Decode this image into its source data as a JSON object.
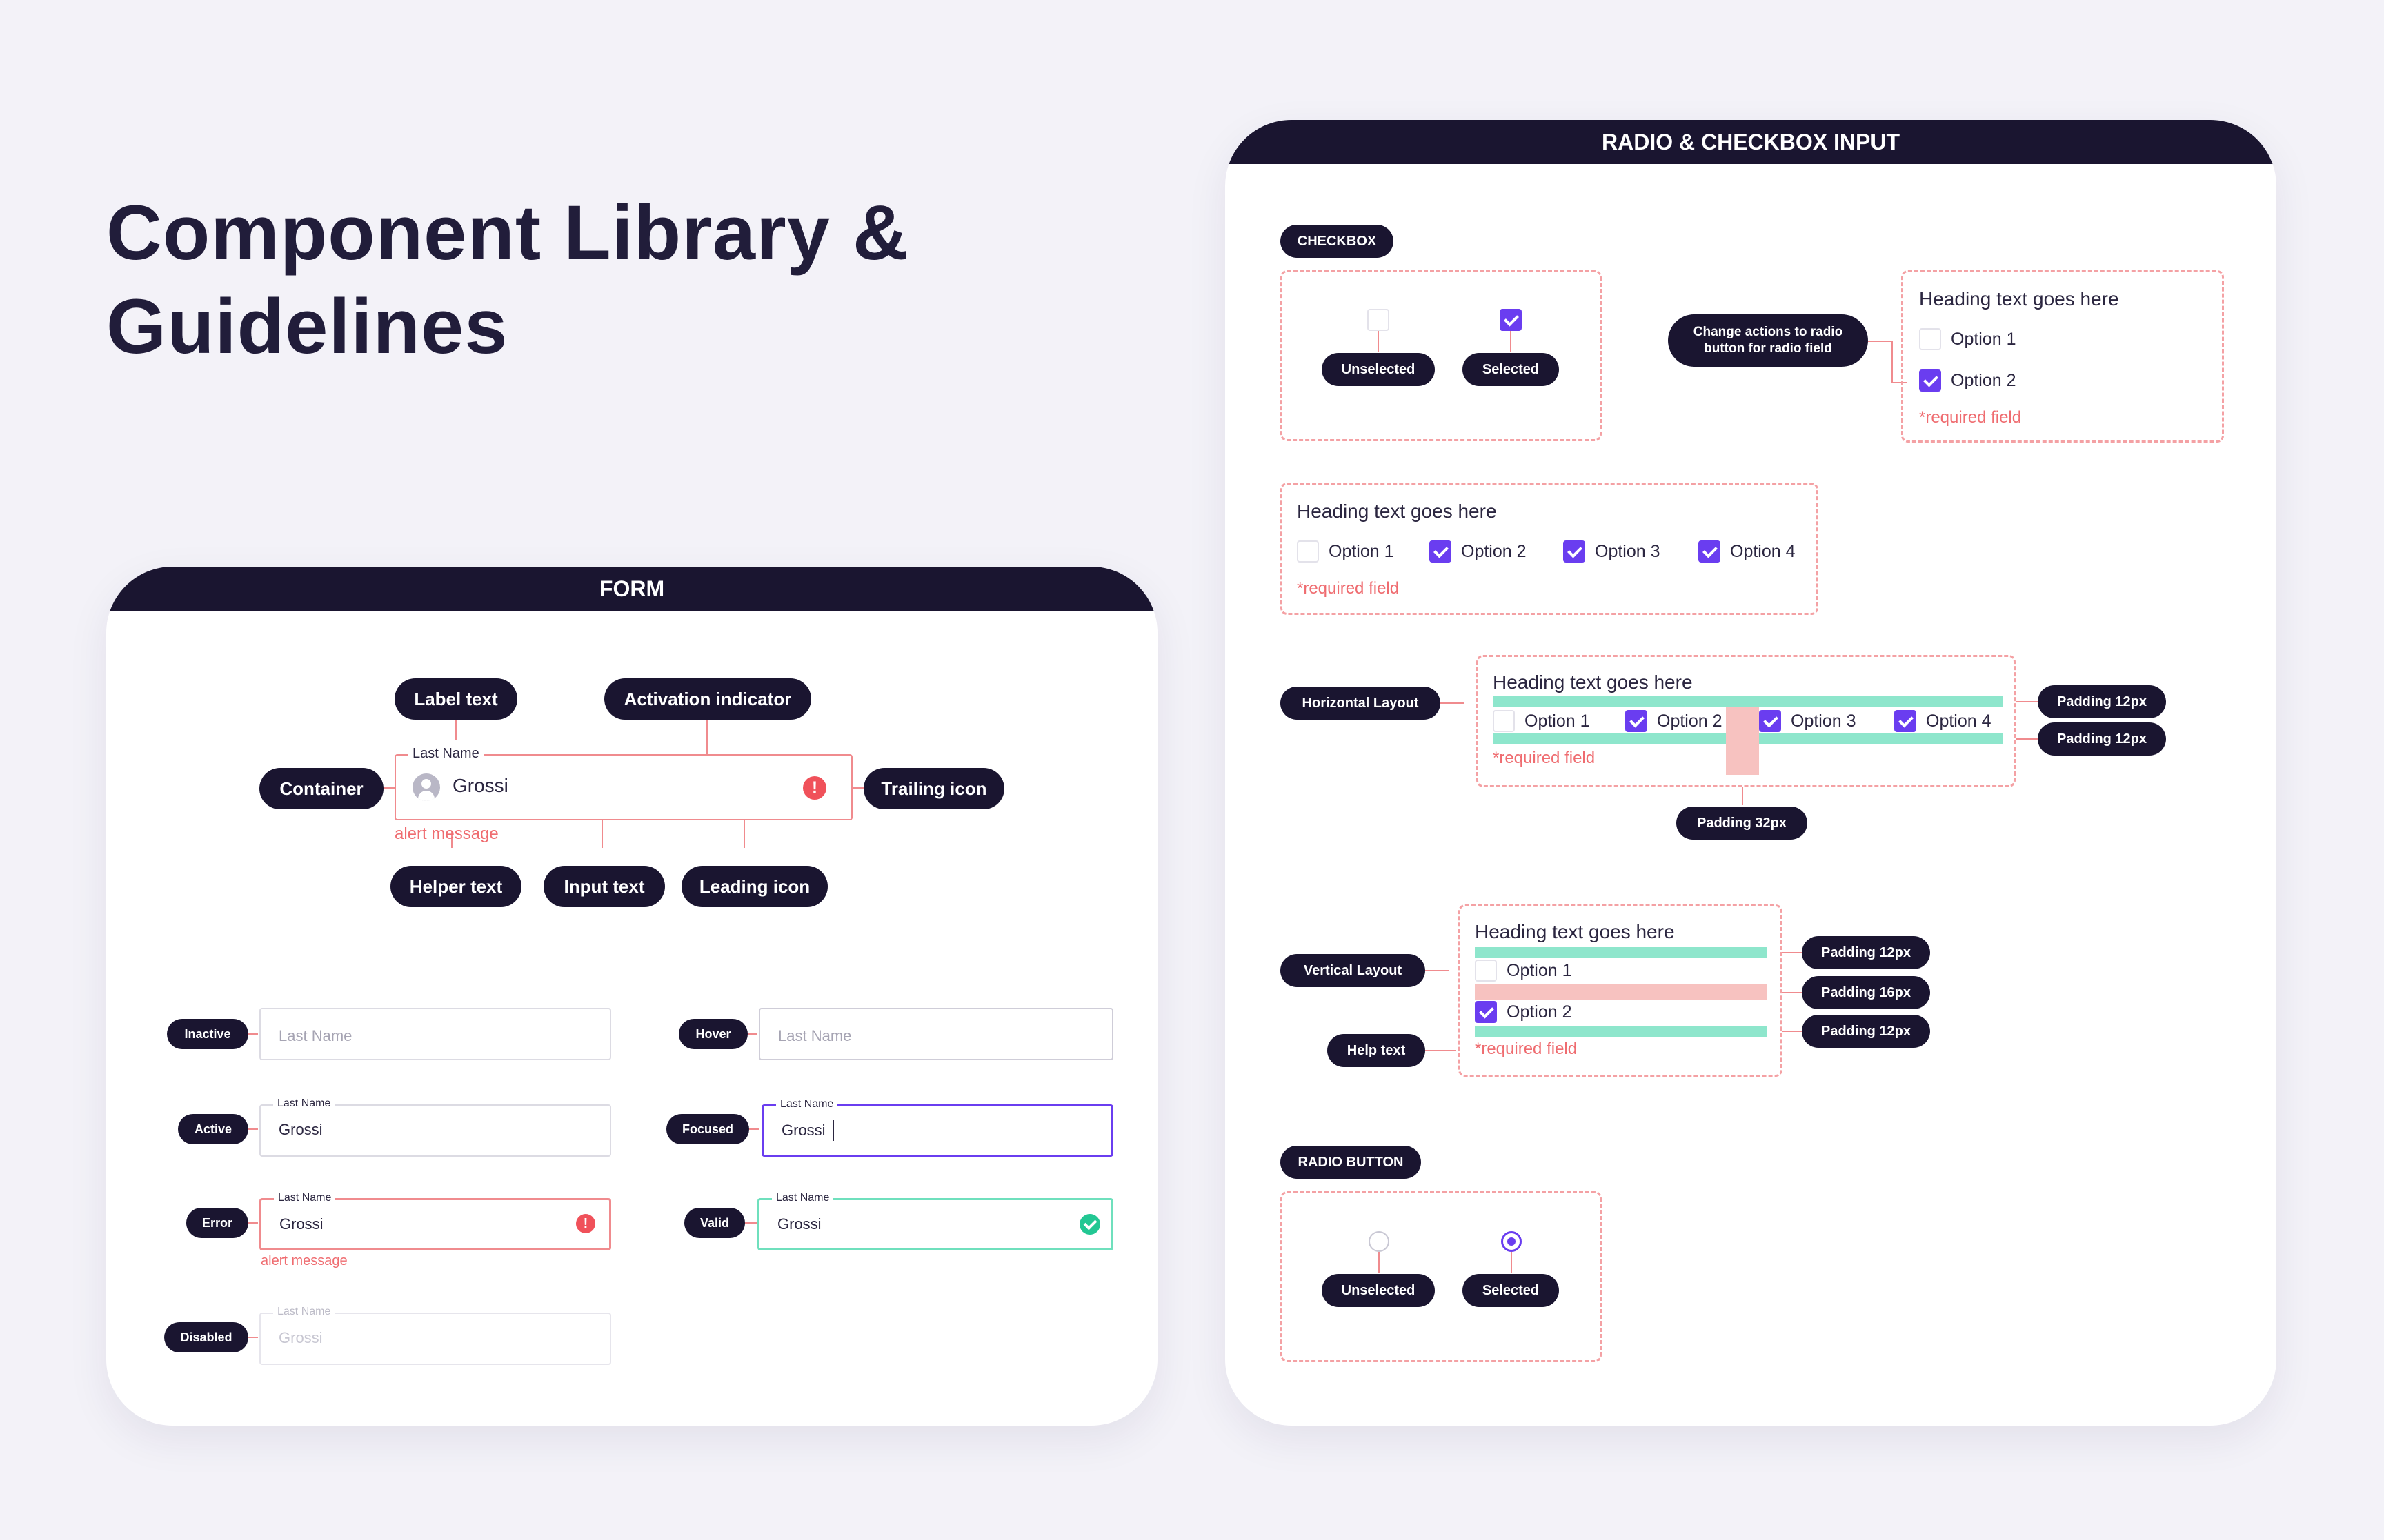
{
  "title_line1": "Component Library &",
  "title_line2": "Guidelines",
  "form": {
    "header": "FORM",
    "anatomy": {
      "label_text": "Label text",
      "activation_indicator": "Activation indicator",
      "container": "Container",
      "trailing_icon": "Trailing icon",
      "helper_text": "Helper text",
      "input_text": "Input text",
      "leading_icon": "Leading icon",
      "field_label": "Last Name",
      "field_value": "Grossi",
      "alert": "alert message"
    },
    "states": {
      "inactive": {
        "tag": "Inactive",
        "placeholder": "Last Name"
      },
      "hover": {
        "tag": "Hover",
        "placeholder": "Last Name"
      },
      "active": {
        "tag": "Active",
        "label": "Last Name",
        "value": "Grossi"
      },
      "focused": {
        "tag": "Focused",
        "label": "Last Name",
        "value": "Grossi"
      },
      "error": {
        "tag": "Error",
        "label": "Last Name",
        "value": "Grossi",
        "alert": "alert message"
      },
      "valid": {
        "tag": "Valid",
        "label": "Last Name",
        "value": "Grossi"
      },
      "disabled": {
        "tag": "Disabled",
        "label": "Last Name",
        "value": "Grossi"
      }
    }
  },
  "radio_checkbox": {
    "header": "RADIO & CHECKBOX INPUT",
    "checkbox_tag": "CHECKBOX",
    "unselected": "Unselected",
    "selected": "Selected",
    "change_note_line1": "Change actions to radio",
    "change_note_line2": "button for radio field",
    "group_heading": "Heading text goes here",
    "required": "*required field",
    "options": [
      "Option 1",
      "Option 2",
      "Option 3",
      "Option 4"
    ],
    "horizontal_layout": "Horizontal Layout",
    "vertical_layout": "Vertical Layout",
    "help_text": "Help text",
    "padding_12": "Padding 12px",
    "padding_16": "Padding 16px",
    "padding_32": "Padding 32px",
    "radio_tag": "RADIO BUTTON"
  },
  "colors": {
    "accent": "#6a3df0",
    "dark": "#1a1530",
    "error": "#f0515a",
    "valid": "#22c793",
    "guide_green": "#8ee6cc",
    "guide_pink": "#f7c2c0"
  }
}
